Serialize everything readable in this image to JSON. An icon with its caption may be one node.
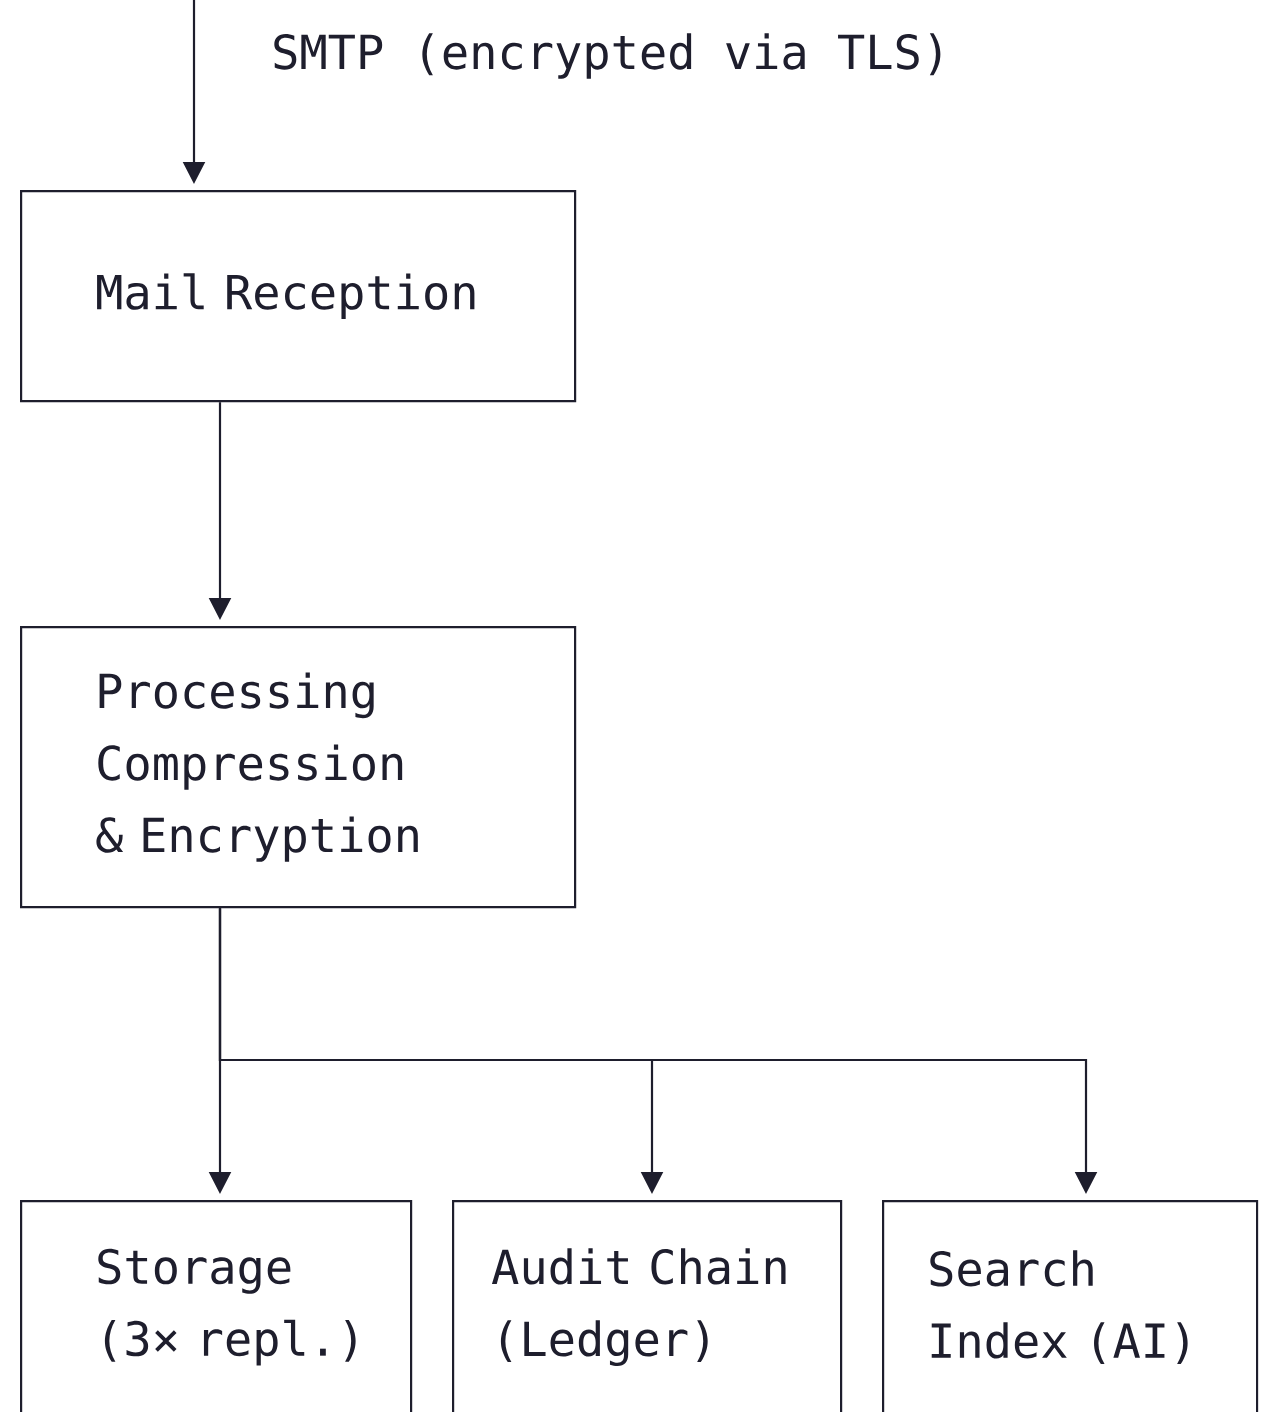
{
  "diagram": {
    "nodes": [
      {
        "text": [
          "Mail Reception"
        ]
      },
      {
        "text": [
          "Processing Compression & Encryption"
        ]
      },
      {
        "text": [
          "Storage (3× repl.)"
        ]
      },
      {
        "text": [
          "Audit Chain (Ledger)"
        ]
      },
      {
        "text": [
          "Search Index (AI)"
        ]
      }
    ],
    "edges": [
      {
        "from": null,
        "to": 0,
        "arrow": "to",
        "label": "SMTP (encrypted via TLS)"
      },
      {
        "from": 0,
        "to": 1,
        "arrow": "to"
      },
      {
        "from": 1,
        "to": 2,
        "arrow": "to"
      },
      {
        "from": 1,
        "to": 3,
        "arrow": "to"
      },
      {
        "from": 1,
        "to": 4,
        "arrow": "to"
      }
    ]
  }
}
